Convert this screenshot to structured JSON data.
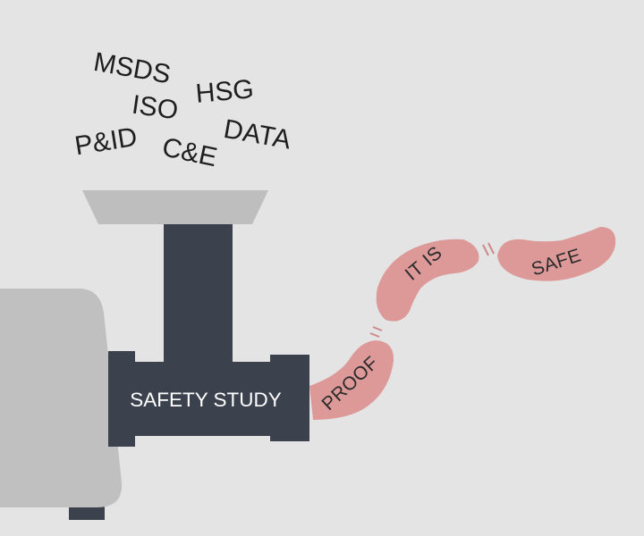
{
  "ingredients": [
    "MSDS",
    "ISO",
    "HSG",
    "P&ID",
    "C&E",
    "DATA"
  ],
  "grinder": {
    "body_label": "SAFETY STUDY"
  },
  "sausages": [
    "PROOF",
    "IT IS",
    "SAFE"
  ],
  "colors": {
    "background": "#e4e4e4",
    "grinder_dark": "#3b424e",
    "hopper": "#bebebe",
    "base": "#c0c0c0",
    "sausage": "#dd9898",
    "link": "#cc8a8a"
  }
}
